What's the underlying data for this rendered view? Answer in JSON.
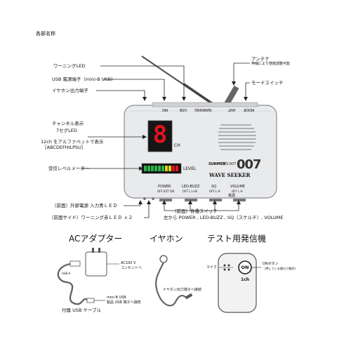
{
  "page_title": "各部名称",
  "callouts": {
    "warning_led": "ワーニングLED",
    "usb_power": "USB 電源端子（mini-B USB）",
    "earphone_jack": "イヤホン出力端子",
    "antenna": "アンテナ",
    "antenna_note": "伸縮により感度調整可能",
    "mode_switch": "モードスイッチ",
    "channel_display_1": "チャンネル表示",
    "channel_display_2": "7セグLED",
    "channel_alpha_1": "12ch をアルファベットで表示",
    "channel_alpha_2": "［ABCDEFHILPSU］",
    "level_meter": "受信レベルメーター",
    "front_power_led": "（前面）外部電源 入力青ＬＥＤ",
    "side_warning_led": "（前面サイド）ワーニング赤ＬＥＤ ｘ２",
    "front_switches_1": "（前面）各種スイッチ",
    "front_switches_2": "左から POWER , LED-BUZZ , SQ（スケルチ）, VOLUME"
  },
  "device": {
    "top_labels": [
      "MODE",
      "ANT",
      "WARNING",
      "USB",
      "MIC"
    ],
    "display_digit": "8",
    "ch_label": "CH",
    "level_label": "LEVEL",
    "brand": "SUNMEX",
    "model_small": "WS-007",
    "logo_number": "007",
    "logo_name": "WAVE SEEKER",
    "controls": [
      {
        "name": "POWER",
        "sub": "OFF EXT ON"
      },
      {
        "name": "LED-BUZZ",
        "sub": "OFF L L+B"
      },
      {
        "name": "SQ",
        "sub": "OFF L H"
      },
      {
        "name": "VOLUME",
        "sub": "OFF L H"
      }
    ],
    "bottom_label": "電源"
  },
  "accessories": {
    "ac_adapter": {
      "heading": "ACアダプター",
      "note_ac_1": "AC100 V",
      "note_ac_2": "コンセントへ",
      "note_usb_a": "USB-A",
      "note_mini_1": "mini-B USB",
      "note_mini_2": "製品 USB 端子へ接続",
      "cable_caption": "付属 USB ケーブル"
    },
    "earphone": {
      "heading": "イヤホン",
      "note": "イヤホン出力端子へ接続"
    },
    "tester": {
      "heading": "テスト用発信機",
      "mic_label": "マイク",
      "on_button": "ONボタン",
      "on_note": "（押している間だけ動作）",
      "button_text": "ON",
      "ch_text": "1ch"
    }
  },
  "colors": {
    "seg_red": "#e0141e",
    "meter_green": "#2bb24c",
    "meter_yellow": "#e6d01c",
    "meter_red": "#e0141e",
    "device_body": "#e9eaec"
  }
}
